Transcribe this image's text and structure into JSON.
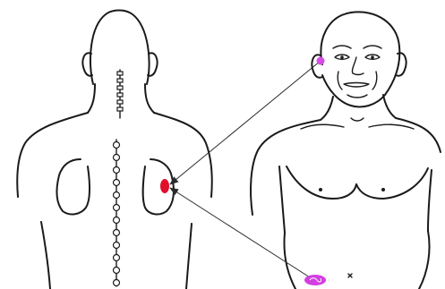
{
  "colors": {
    "background": "#ffffff",
    "line_art": "#1a1a1a",
    "shoulder_point": "#e0102a",
    "head_point": "#d54be6",
    "abdomen_point": "#d23ee0",
    "arrow": "#2a2a2a"
  },
  "figures": {
    "back_view": "back-torso-figure",
    "front_view": "front-torso-figure"
  },
  "markers": {
    "shoulder": "red-marker",
    "head": "violet-marker",
    "abdomen": "magenta-marker"
  },
  "arrows": [
    {
      "from": "head",
      "to": "shoulder"
    },
    {
      "from": "abdomen",
      "to": "shoulder"
    }
  ]
}
